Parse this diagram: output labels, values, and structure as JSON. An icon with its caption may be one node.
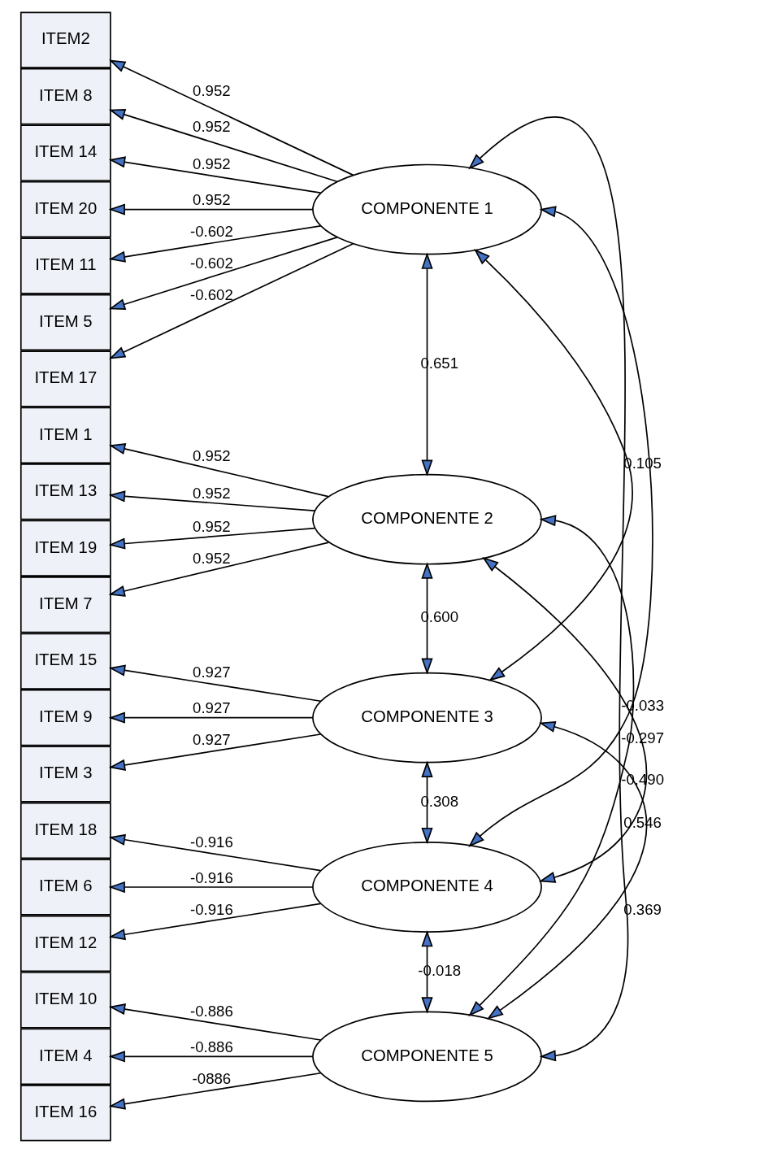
{
  "diagram": {
    "nodes": [
      {
        "text": [
          "ITEM2"
        ]
      },
      {
        "text": [
          "ITEM 8"
        ]
      },
      {
        "text": [
          "ITEM 14"
        ]
      },
      {
        "text": [
          "ITEM 20"
        ]
      },
      {
        "text": [
          "ITEM 11"
        ]
      },
      {
        "text": [
          "ITEM 5"
        ]
      },
      {
        "text": [
          "ITEM 17"
        ]
      },
      {
        "text": [
          "ITEM 1"
        ]
      },
      {
        "text": [
          "ITEM 13"
        ]
      },
      {
        "text": [
          "ITEM 19"
        ]
      },
      {
        "text": [
          "ITEM 7"
        ]
      },
      {
        "text": [
          "ITEM 15"
        ]
      },
      {
        "text": [
          "ITEM 9"
        ]
      },
      {
        "text": [
          "ITEM 3"
        ]
      },
      {
        "text": [
          "ITEM 18"
        ]
      },
      {
        "text": [
          "ITEM 6"
        ]
      },
      {
        "text": [
          "ITEM 12"
        ]
      },
      {
        "text": [
          "ITEM 10"
        ]
      },
      {
        "text": [
          "ITEM 4"
        ]
      },
      {
        "text": [
          "ITEM 16"
        ]
      },
      {
        "text": [
          "COMPONENTE 1"
        ]
      },
      {
        "text": [
          "COMPONENTE 2"
        ]
      },
      {
        "text": [
          "COMPONENTE 3"
        ]
      },
      {
        "text": [
          "COMPONENTE 4"
        ]
      },
      {
        "text": [
          "COMPONENTE 5"
        ]
      }
    ],
    "edges": [
      {
        "from": 20,
        "to": 0,
        "arrow": "to",
        "label": "0.952"
      },
      {
        "from": 20,
        "to": 1,
        "arrow": "to",
        "label": "0.952"
      },
      {
        "from": 20,
        "to": 2,
        "arrow": "to",
        "label": "0.952"
      },
      {
        "from": 20,
        "to": 3,
        "arrow": "to",
        "label": "0.952"
      },
      {
        "from": 20,
        "to": 4,
        "arrow": "to",
        "label": "-0.602"
      },
      {
        "from": 20,
        "to": 5,
        "arrow": "to",
        "label": "-0.602"
      },
      {
        "from": 20,
        "to": 6,
        "arrow": "to",
        "label": "-0.602"
      },
      {
        "from": 21,
        "to": 7,
        "arrow": "to",
        "label": "0.952"
      },
      {
        "from": 21,
        "to": 8,
        "arrow": "to",
        "label": "0.952"
      },
      {
        "from": 21,
        "to": 9,
        "arrow": "to",
        "label": "0.952"
      },
      {
        "from": 21,
        "to": 10,
        "arrow": "to",
        "label": "0.952"
      },
      {
        "from": 22,
        "to": 11,
        "arrow": "to",
        "label": "0.927"
      },
      {
        "from": 22,
        "to": 12,
        "arrow": "to",
        "label": "0.927"
      },
      {
        "from": 22,
        "to": 13,
        "arrow": "to",
        "label": "0.927"
      },
      {
        "from": 23,
        "to": 14,
        "arrow": "to",
        "label": "-0.916"
      },
      {
        "from": 23,
        "to": 15,
        "arrow": "to",
        "label": "-0.916"
      },
      {
        "from": 23,
        "to": 16,
        "arrow": "to",
        "label": "-0.916"
      },
      {
        "from": 24,
        "to": 17,
        "arrow": "to",
        "label": "-0.886"
      },
      {
        "from": 24,
        "to": 18,
        "arrow": "to",
        "label": "-0.886"
      },
      {
        "from": 24,
        "to": 19,
        "arrow": "to",
        "label": "-0886"
      },
      {
        "from": 20,
        "to": 21,
        "arrow": "both",
        "label": "0.651"
      },
      {
        "from": 20,
        "to": 22,
        "arrow": "both",
        "label": "0.105"
      },
      {
        "from": 20,
        "to": 23,
        "arrow": "both",
        "label": "-0.033"
      },
      {
        "from": 20,
        "to": 24,
        "arrow": "both",
        "label": "0.369"
      },
      {
        "from": 21,
        "to": 22,
        "arrow": "both",
        "label": "0.600"
      },
      {
        "from": 21,
        "to": 23,
        "arrow": "both",
        "label": "0.546"
      },
      {
        "from": 21,
        "to": 24,
        "arrow": "both",
        "label": "-0.297"
      },
      {
        "from": 22,
        "to": 23,
        "arrow": "both",
        "label": "0.308"
      },
      {
        "from": 22,
        "to": 24,
        "arrow": "both",
        "label": "-0.490"
      },
      {
        "from": 23,
        "to": 24,
        "arrow": "both",
        "label": "-0.018"
      }
    ]
  }
}
